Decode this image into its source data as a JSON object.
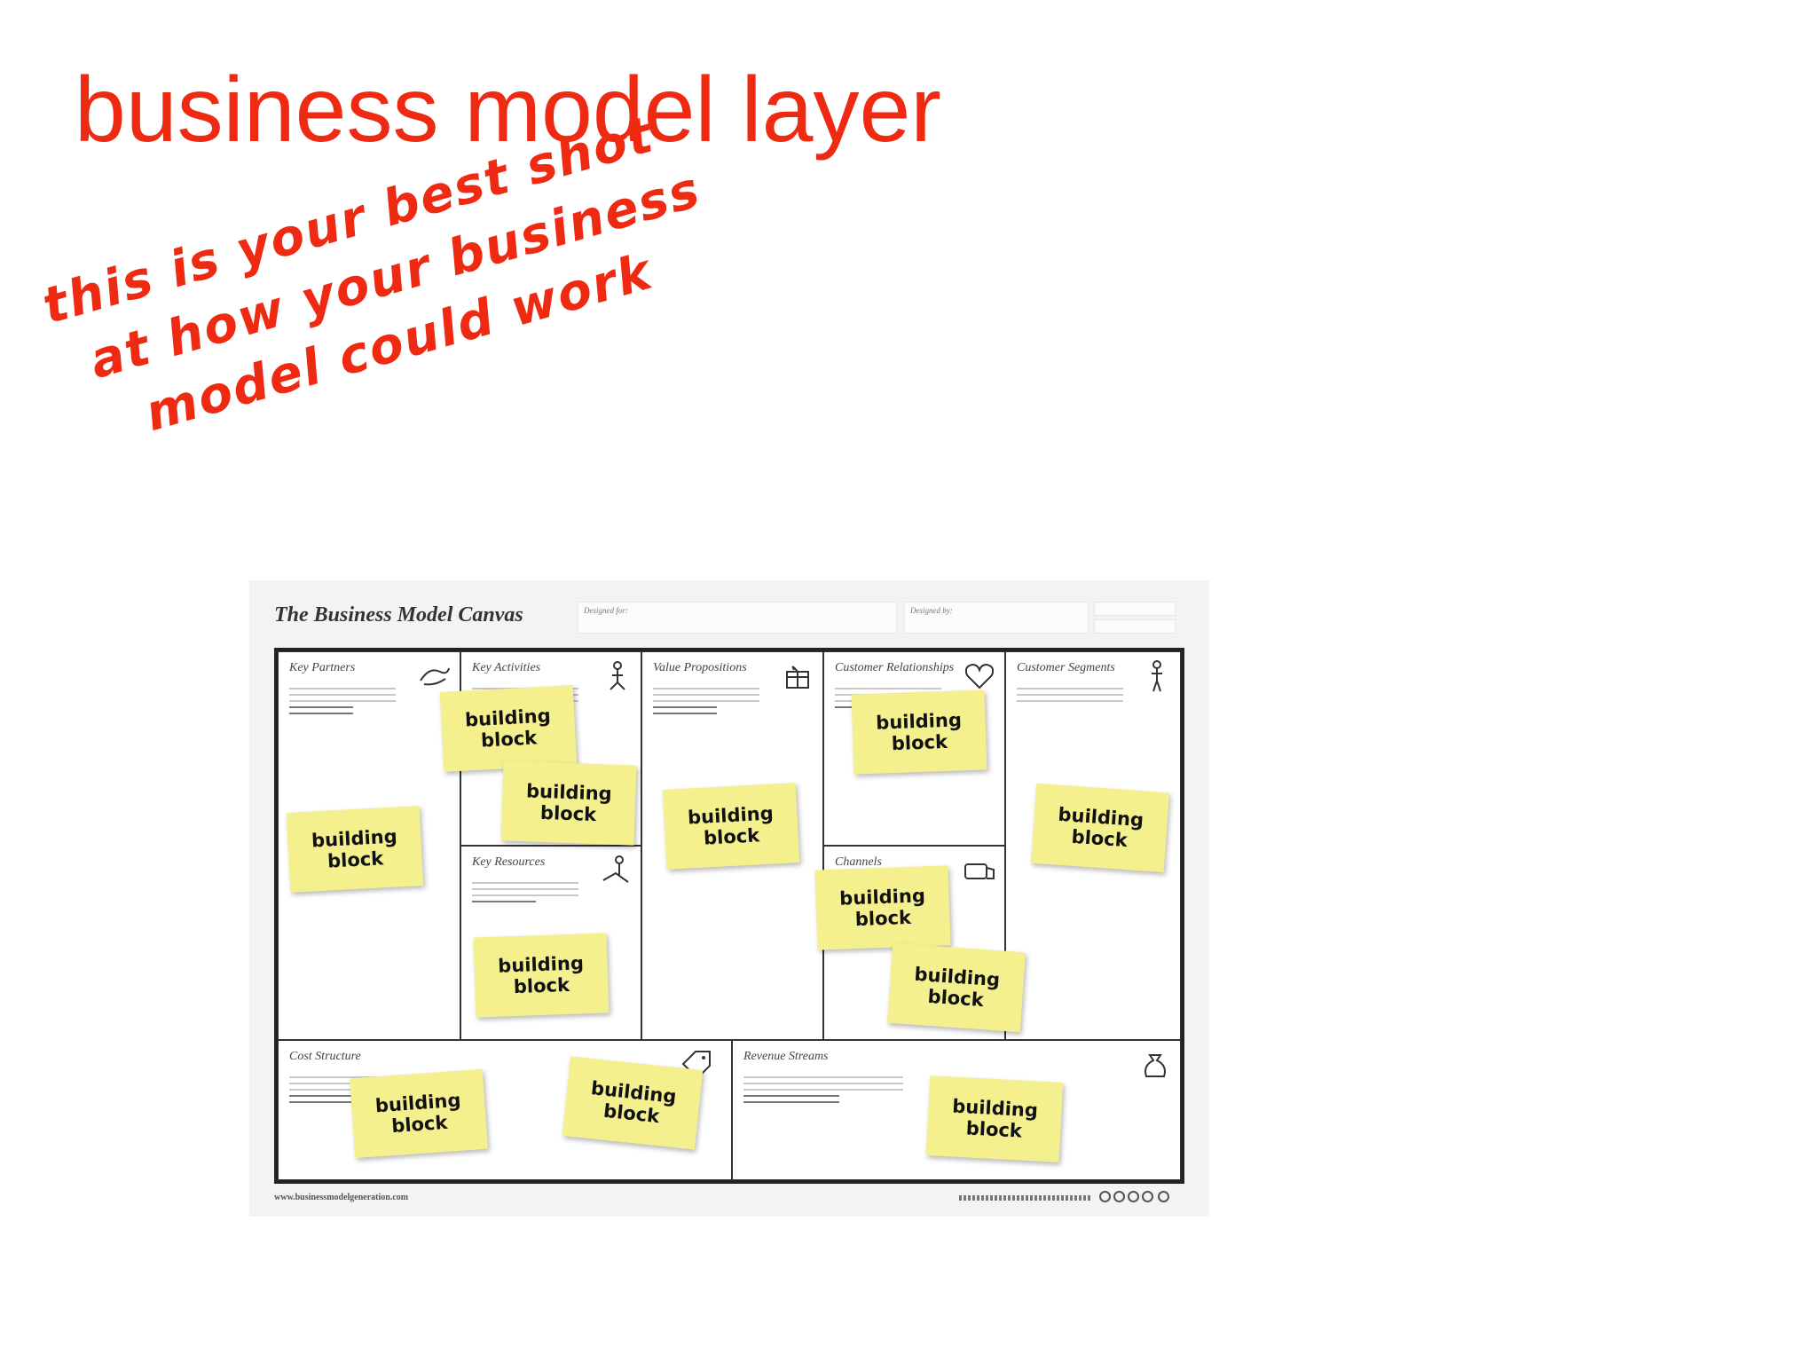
{
  "slide": {
    "title": "business model layer",
    "annotation_lines": [
      "this is your best shot",
      "at how your business",
      "model could work"
    ],
    "accent_color": "#ee2a12"
  },
  "canvas": {
    "title": "The Business Model Canvas",
    "designed_for_label": "Designed for:",
    "designed_by_label": "Designed by:",
    "footer_url": "www.businessmodelgeneration.com",
    "blocks": {
      "key_partners": "Key Partners",
      "key_activities": "Key Activities",
      "key_resources": "Key Resources",
      "value_propositions": "Value Propositions",
      "customer_relationships": "Customer Relationships",
      "channels": "Channels",
      "customer_segments": "Customer Segments",
      "cost_structure": "Cost Structure",
      "revenue_streams": "Revenue Streams"
    },
    "sticky_note_text": "building\nblock",
    "sticky_note_color": "#f5f08e"
  }
}
